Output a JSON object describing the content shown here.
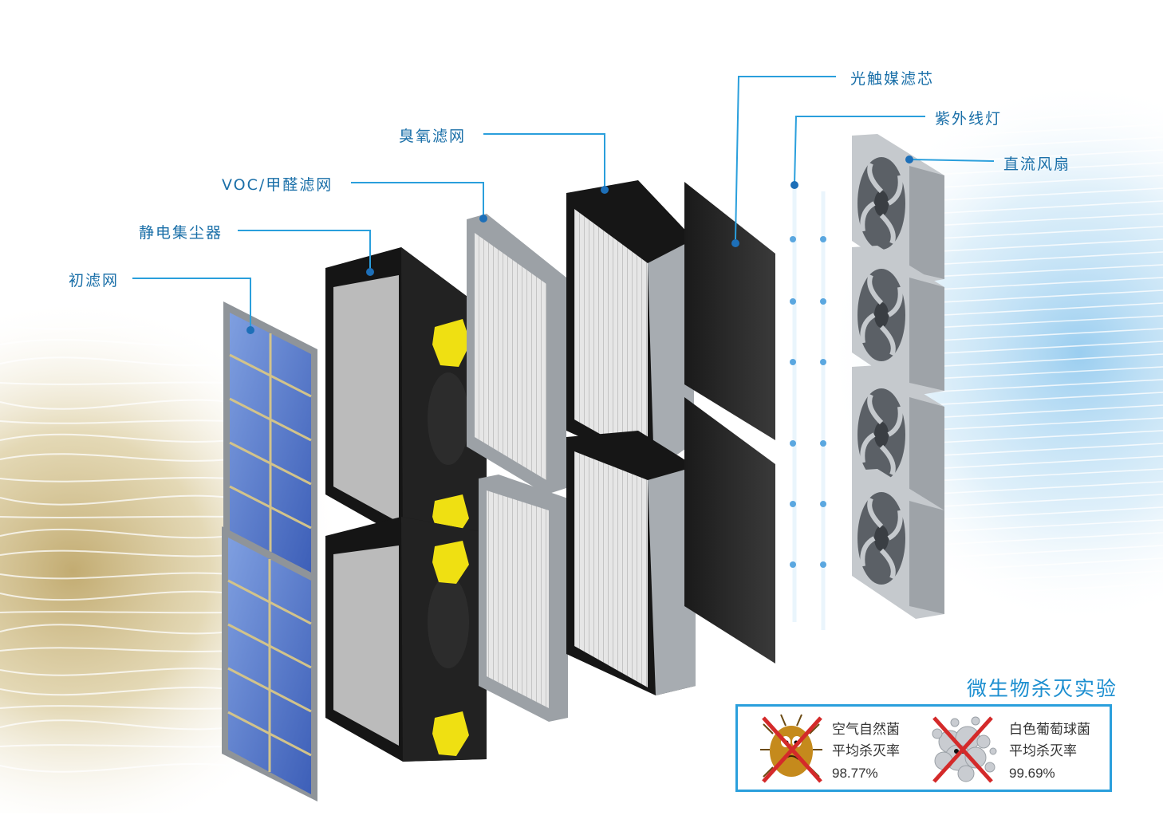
{
  "labels": {
    "photocatalyst": "光触媒滤芯",
    "uv_lamp": "紫外线灯",
    "dc_fan": "直流风扇",
    "ozone": "臭氧滤网",
    "voc": "VOC/甲醛滤网",
    "electrostatic": "静电集尘器",
    "pre_filter": "初滤网"
  },
  "experiment": {
    "title": "微生物杀灭实验",
    "items": [
      {
        "name": "空气自然菌",
        "desc": "平均杀灭率",
        "rate": "98.77%",
        "icon": "bacteria-crossed-icon"
      },
      {
        "name": "白色葡萄球菌",
        "desc": "平均杀灭率",
        "rate": "99.69%",
        "icon": "staphylococcus-crossed-icon"
      }
    ]
  },
  "colors": {
    "accent": "#1d8fd0",
    "leader_line": "#2a9fdc",
    "cross": "#d42a2a",
    "knob": "#f0e010"
  }
}
